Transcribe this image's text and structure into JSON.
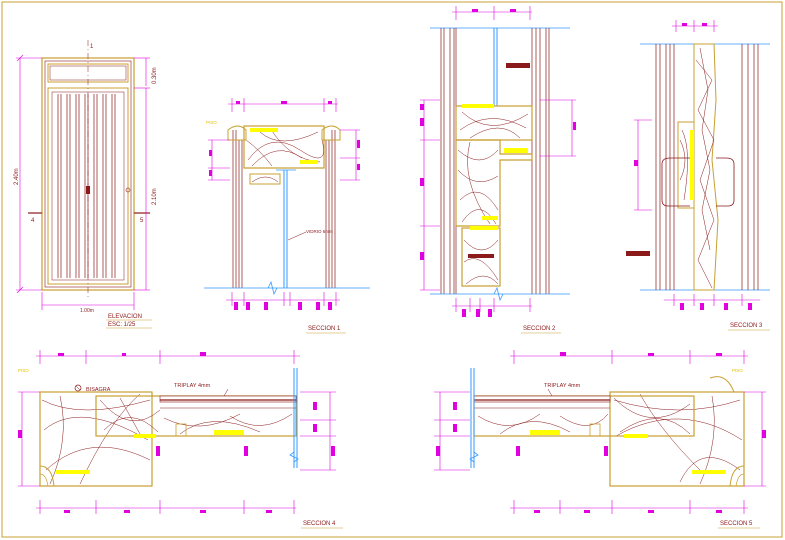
{
  "elevation": {
    "title": "ELEVACION",
    "scale": "ESC: 1/25",
    "width_dim": "1.00m",
    "height_dim": "2.40m",
    "inner_height_dim": "2.10m",
    "transom_dim": "0.30m",
    "cut_mark_1": "1",
    "cut_mark_4": "4",
    "cut_mark_5": "5"
  },
  "sections": {
    "s1": {
      "title": "SECCION 1",
      "note": "VIDRIO 6mm",
      "floor_label": "PISO"
    },
    "s2": {
      "title": "SECCION 2"
    },
    "s3": {
      "title": "SECCION 3"
    },
    "s4": {
      "title": "SECCION 4",
      "hinge_label": "BISAGRA",
      "panel_label": "TRIPLAY 4mm",
      "floor_label": "PISO"
    },
    "s5": {
      "title": "SECCION 5",
      "panel_label": "TRIPLAY 4mm",
      "floor_label": "PISO"
    }
  },
  "colors": {
    "frame_border": "#c8a030",
    "dimension": "#e000e0",
    "wood": "#8b1a1a",
    "highlight": "#ffff00",
    "glass": "#3399ff",
    "text": "#8b1a1a"
  }
}
